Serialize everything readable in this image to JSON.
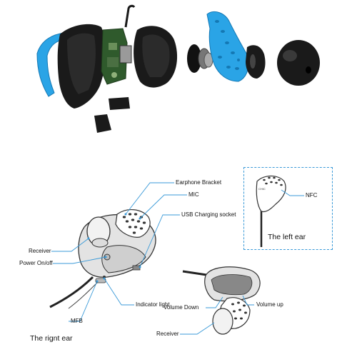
{
  "labels": {
    "earphone_bracket": "Earphone Bracket",
    "mic": "MIC",
    "usb_charging_socket": "USB Charging socket",
    "receiver_right": "Receiver",
    "power_onoff": "Power On/off",
    "indicator_light": "Indicator light",
    "mfb": "MFB",
    "nfc": "NFC",
    "volume_down": "Volume Down",
    "volume_up": "Volume up",
    "receiver_bottom": "Receiver",
    "nfc_tag": "CHIC"
  },
  "captions": {
    "left_ear": "The left ear",
    "right_ear": "The rignt ear"
  },
  "colors": {
    "accent_blue": "#2aa4e6",
    "shell_black": "#1a1a1a",
    "pcb_green": "#2f5a2c",
    "callout_line": "#3a9ad8",
    "body_gray": "#d9d9d9"
  }
}
